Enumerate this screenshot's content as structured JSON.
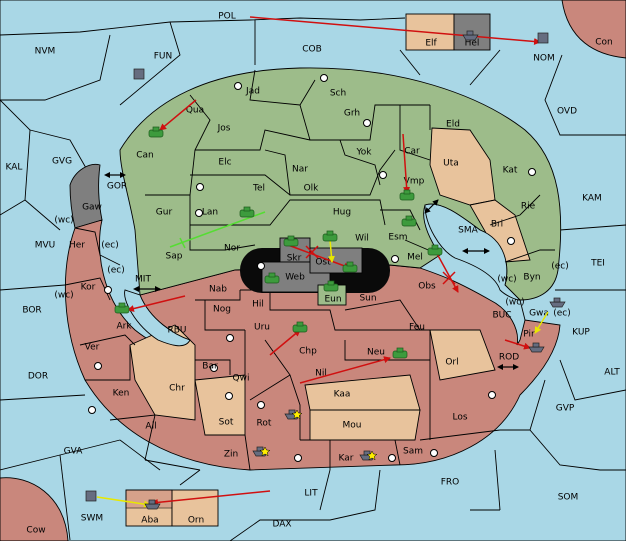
{
  "map": {
    "colors": {
      "sea": "#a9d7e6",
      "pink_land": "#c9877c",
      "green_land": "#9dbc8a",
      "tan_land": "#e8c39c",
      "gray_land": "#7f7f7f",
      "army_icon": "#3d9b3d",
      "fleet_icon": "#666d80",
      "order_move": "#d01010",
      "order_support": "#e8e800",
      "order_convoy": "#33cc33"
    },
    "labels": {
      "POL": "POL",
      "NVM": "NVM",
      "FUN": "FUN",
      "COB": "COB",
      "NOM": "NOM",
      "Con": "Con",
      "Elf": "Elf",
      "Hel": "Hel",
      "OVD": "OVD",
      "KAL": "KAL",
      "GVG": "GVG",
      "GOR": "GOR",
      "Gaw": "Gaw",
      "wc1": "(wc)",
      "Her": "Her",
      "ec1": "(ec)",
      "MVU": "MVU",
      "Jad": "Jad",
      "Sch": "Sch",
      "Qua": "Qua",
      "Jos": "Jos",
      "Grh": "Grh",
      "Eld": "Eld",
      "Can": "Can",
      "Elc": "Elc",
      "Nar": "Nar",
      "Yok": "Yok",
      "Car": "Car",
      "Uta": "Uta",
      "Kat": "Kat",
      "KAM": "KAM",
      "Tel": "Tel",
      "Olk": "Olk",
      "Vmp": "Vmp",
      "Gur": "Gur",
      "Lan": "Lan",
      "Hug": "Hug",
      "Rie": "Rie",
      "Bri": "Bri",
      "Esm": "Esm",
      "SMA": "SMA",
      "Wil": "Wil",
      "Nor": "Nor",
      "Skr": "Skr",
      "Ost": "Ost",
      "Sap": "Sap",
      "Web": "Web",
      "Mel": "Mel",
      "wc2": "(wc)",
      "Byn": "Byn",
      "ec2": "(ec)",
      "TEI": "TEI",
      "ec3": "(ec)",
      "Kor": "Kor",
      "wc3": "(wc)",
      "MIT": "MIT",
      "Nab": "Nab",
      "Eun": "Eun",
      "Sun": "Sun",
      "Obs": "Obs",
      "wc4": "(wc)",
      "Gwa": "Gwa",
      "ec4": "(ec)",
      "BOR": "BOR",
      "Ark": "Ark",
      "RBU": "RBU",
      "Nog": "Nog",
      "Hil": "Hil",
      "BUC": "BUC",
      "Pir": "Pir",
      "KUP": "KUP",
      "Uru": "Uru",
      "Feu": "Feu",
      "Ver": "Ver",
      "Chp": "Chp",
      "Neu": "Neu",
      "Orl": "Orl",
      "ROD": "ROD",
      "Bar": "Bar",
      "Qwi": "Qwi",
      "Nil": "Nil",
      "DOR": "DOR",
      "ALT": "ALT",
      "Chr": "Chr",
      "Ken": "Ken",
      "Kaa": "Kaa",
      "GVP": "GVP",
      "Sot": "Sot",
      "Rot": "Rot",
      "Los": "Los",
      "Ail": "Ail",
      "Mou": "Mou",
      "GVA": "GVA",
      "Zin": "Zin",
      "Kar": "Kar",
      "Sam": "Sam",
      "FRO": "FRO",
      "LIT": "LIT",
      "SWM": "SWM",
      "SOM": "SOM",
      "Aba": "Aba",
      "Orn": "Orn",
      "DAX": "DAX",
      "Cow": "Cow"
    }
  }
}
